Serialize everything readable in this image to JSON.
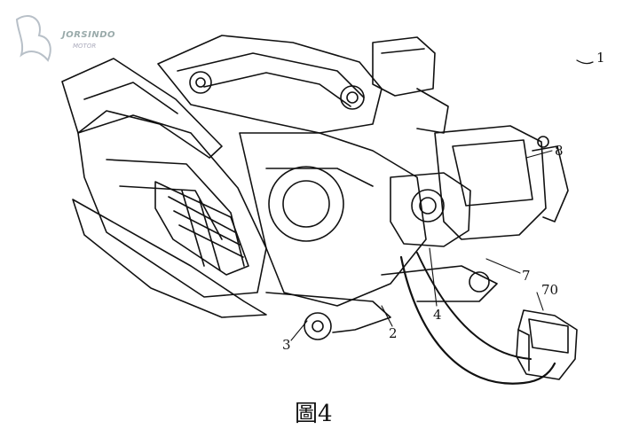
{
  "watermark": {
    "brand": "JORSINDO",
    "sub": "MOTOR"
  },
  "labels": {
    "fig_ref": "1",
    "l8": "8",
    "l7": "7",
    "l70": "70",
    "l4": "4",
    "l2": "2",
    "l3": "3"
  },
  "caption": "圖4"
}
